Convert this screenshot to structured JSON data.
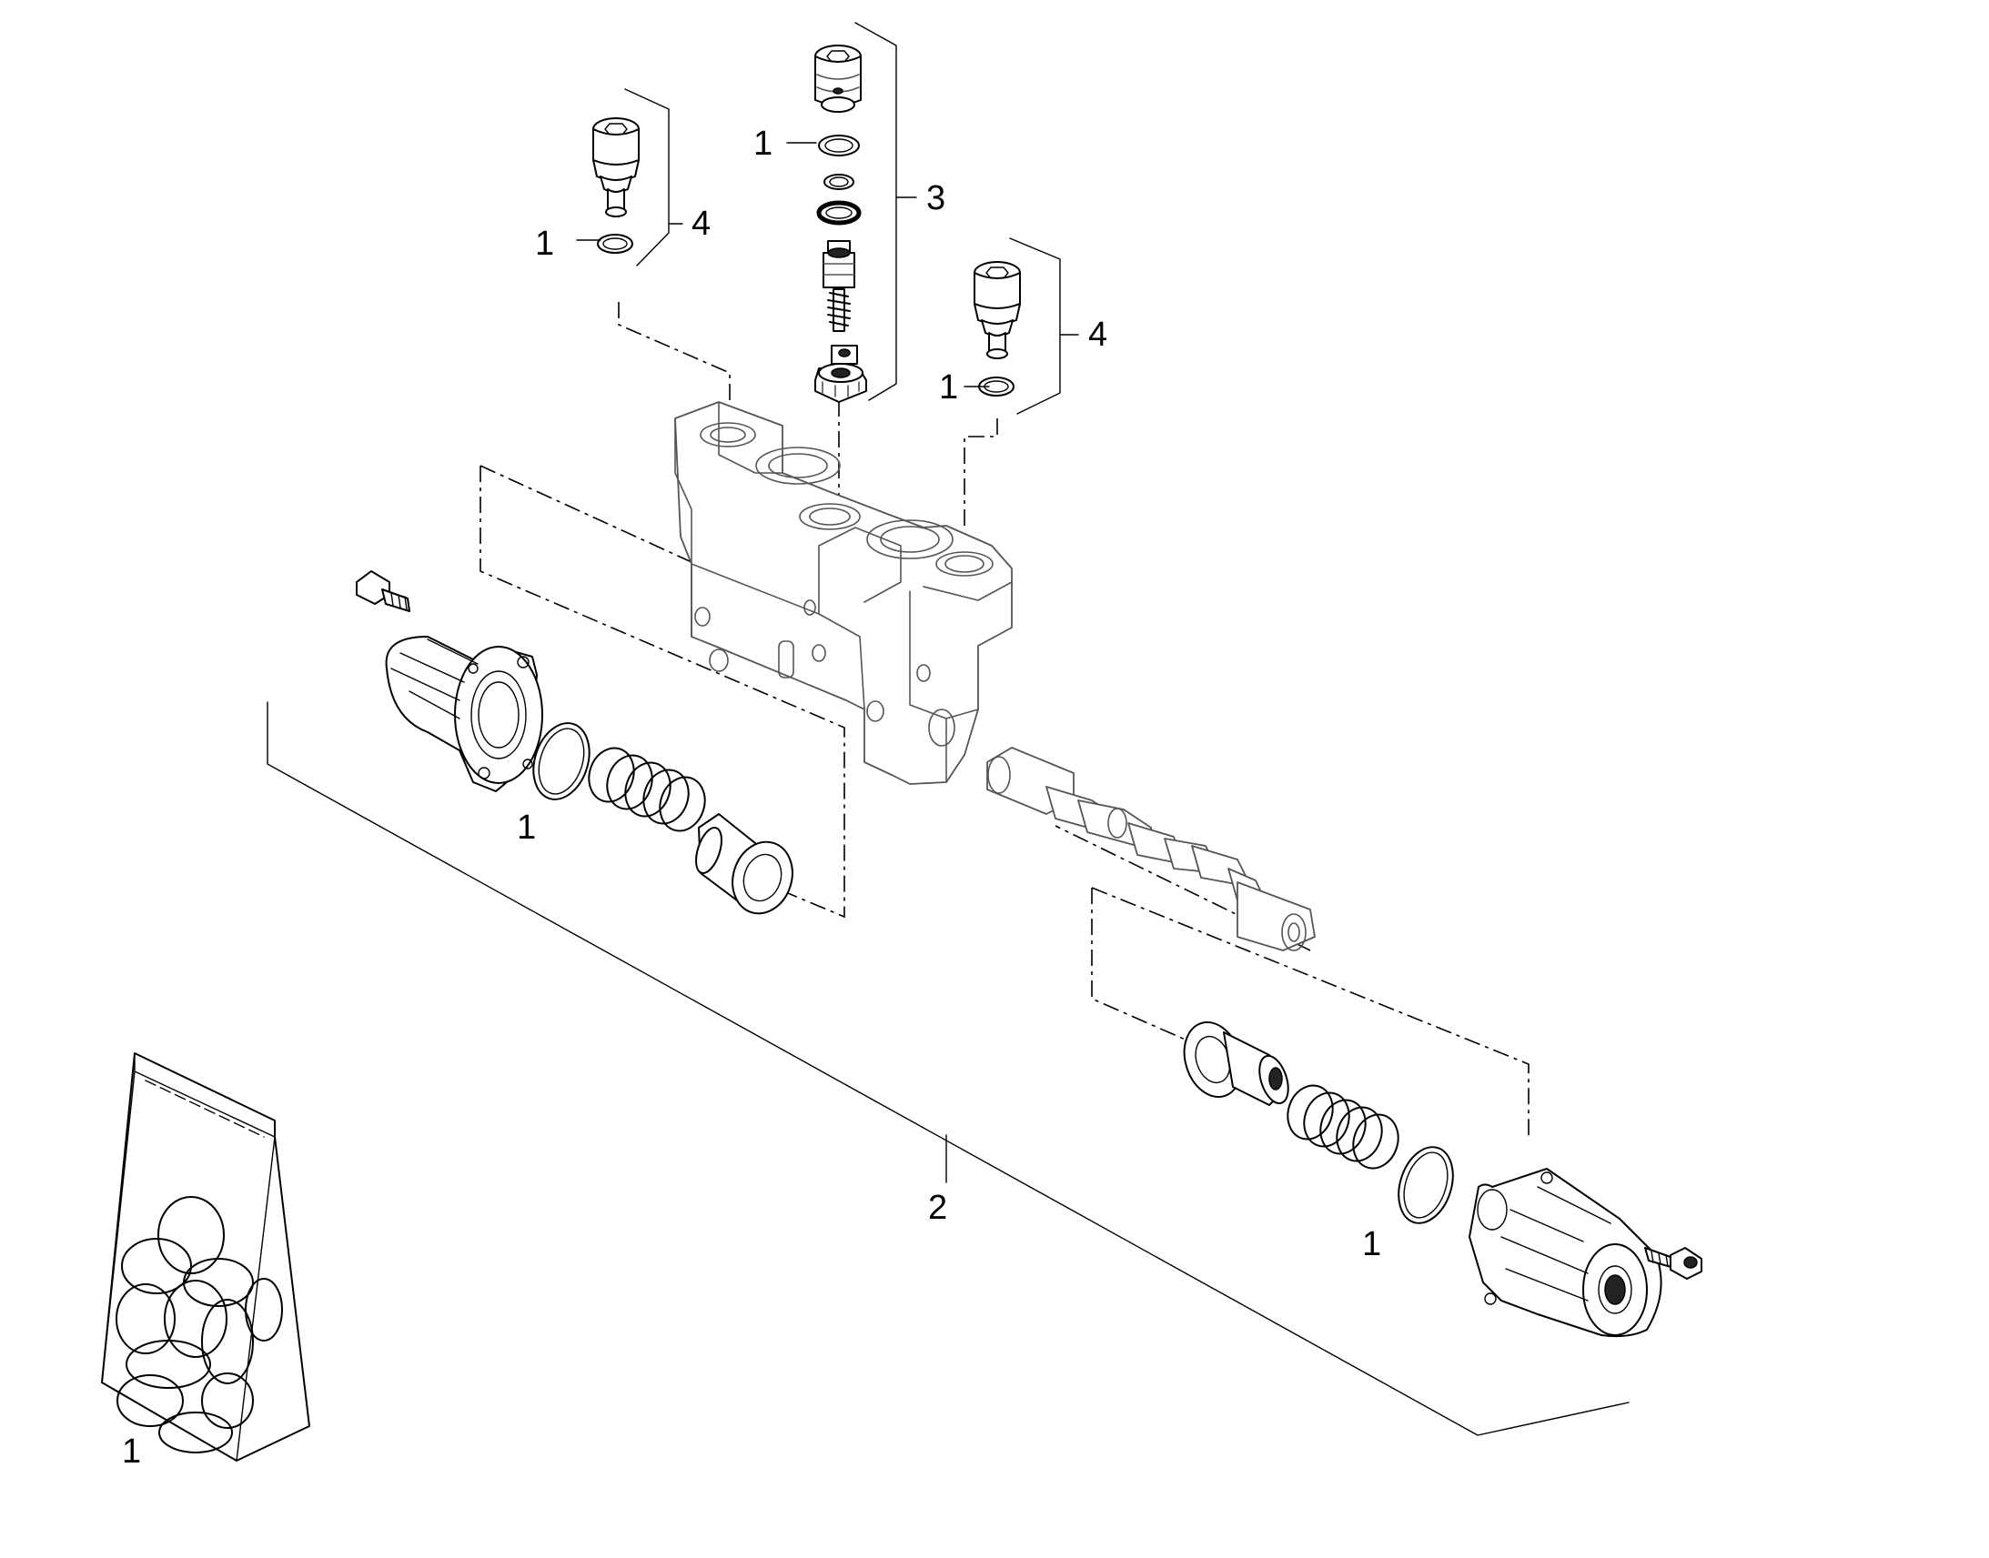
{
  "callouts": {
    "seal_kit_relief_left": "1",
    "relief_valve_left": "4",
    "seal_kit_main_relief": "1",
    "main_relief_valve": "3",
    "seal_kit_relief_right": "1",
    "relief_valve_right": "4",
    "seal_kit_spring_left": "1",
    "spool_assembly": "2",
    "seal_kit_spring_right": "1",
    "seal_kit_bag": "1"
  }
}
